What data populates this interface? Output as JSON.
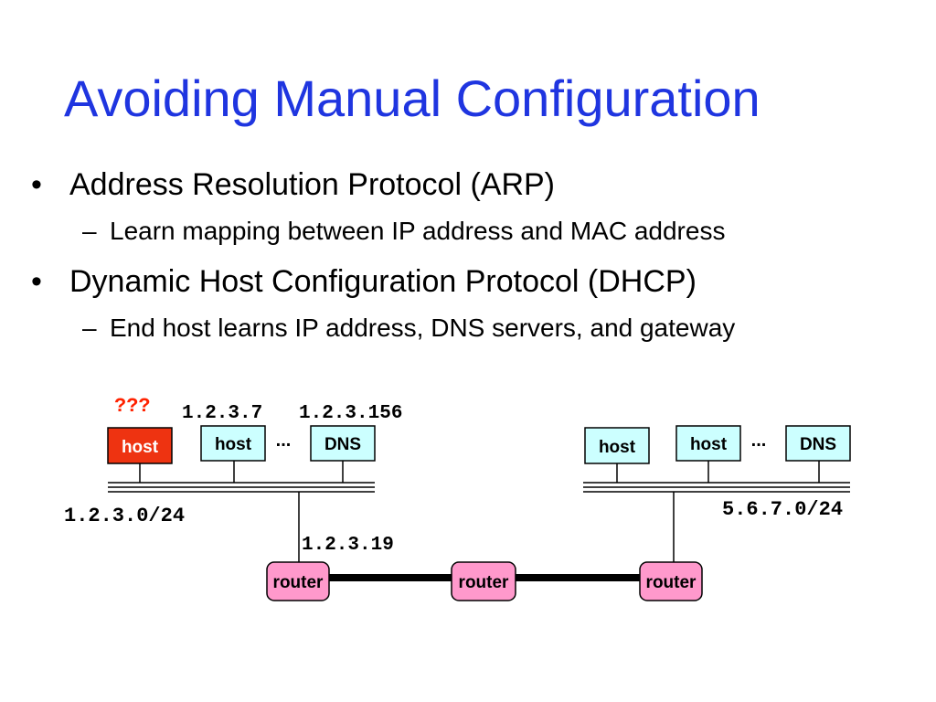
{
  "slide": {
    "title": "Avoiding Manual Configuration",
    "bullets": [
      {
        "text": "Address Resolution Protocol (ARP)",
        "sub": "Learn mapping between IP address and MAC address"
      },
      {
        "text": "Dynamic Host Configuration Protocol (DHCP)",
        "sub": "End host learns IP address, DNS servers, and gateway"
      }
    ],
    "bullet_mark": "•",
    "sub_mark": "–"
  },
  "diagram": {
    "left_net": {
      "unknown_ip": "???",
      "host_ip": "1.2.3.7",
      "dns_ip": "1.2.3.156",
      "subnet": "1.2.3.0/24",
      "gateway_ip": "1.2.3.19",
      "nodes": [
        "host",
        "host",
        "DNS"
      ],
      "ellipsis": "..."
    },
    "right_net": {
      "subnet": "5.6.7.0/24",
      "nodes": [
        "host",
        "host",
        "DNS"
      ],
      "ellipsis": "..."
    },
    "routers": [
      "router",
      "router",
      "router"
    ],
    "colors": {
      "title": "#1f35e0",
      "unknown_host_fill": "#ee3311",
      "host_fill": "#ccffff",
      "router_fill": "#ff99cc",
      "unknown_label": "#ff2200"
    }
  }
}
